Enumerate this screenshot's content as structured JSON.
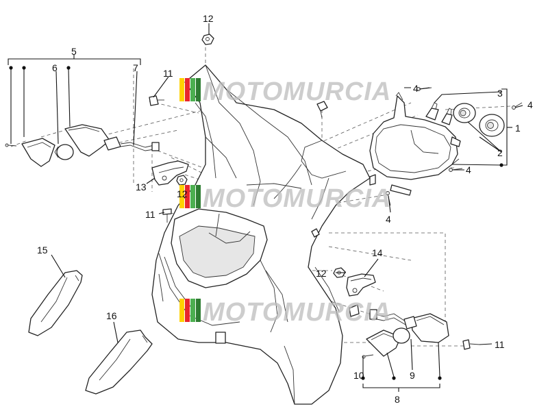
{
  "callouts": {
    "n1": "1",
    "n2": "2",
    "n3": "3",
    "n4a": "4",
    "n4b": "4",
    "n4c": "4",
    "n4d": "4",
    "n5": "5",
    "n6": "6",
    "n7": "7",
    "n8": "8",
    "n9": "9",
    "n10": "10",
    "n11a": "11",
    "n11b": "11",
    "n11c": "11",
    "n12a": "12",
    "n12b": "12",
    "n12c": "12",
    "n13": "13",
    "n14": "14",
    "n15": "15",
    "n16": "16"
  },
  "watermark": {
    "text": "MOTOMURCIA",
    "colors": [
      "#ffd200",
      "#e8262b",
      "#4caf50",
      "#2e7d32"
    ]
  }
}
